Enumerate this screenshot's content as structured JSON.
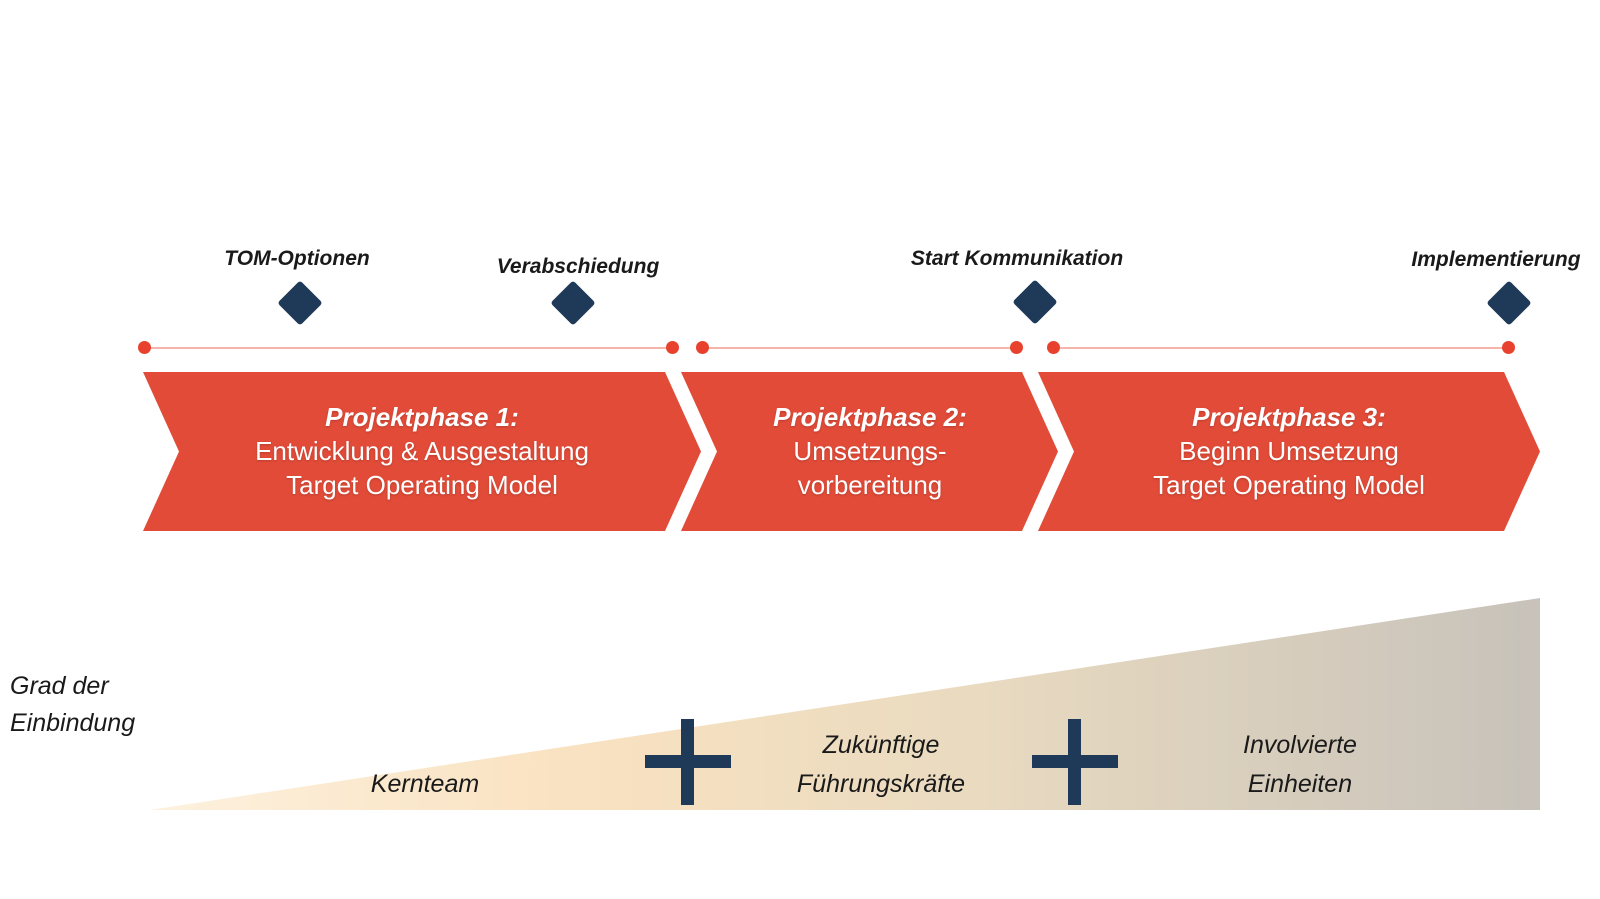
{
  "colors": {
    "accent-red": "#E14B38",
    "dot-red": "#E8422F",
    "timeline-line": "#F5B5AA",
    "navy": "#1E3A58",
    "text-dark": "#1A1A1A",
    "phase-text": "#FFFFFF",
    "triangle-start": "#FDF1DE",
    "triangle-peach": "#F9E2C1",
    "triangle-tan": "#E9DAC0",
    "triangle-end": "#C7C2BA",
    "background": "#FFFFFF"
  },
  "timeline": {
    "milestones": [
      {
        "label": "TOM-Optionen"
      },
      {
        "label": "Verabschiedung"
      },
      {
        "label": "Start Kommunikation"
      },
      {
        "label": "Implementierung"
      }
    ]
  },
  "phases": [
    {
      "title": "Projektphase 1:",
      "line1": "Entwicklung & Ausgestaltung",
      "line2": "Target Operating Model"
    },
    {
      "title": "Projektphase 2:",
      "line1": "Umsetzungs-",
      "line2": "vorbereitung"
    },
    {
      "title": "Projektphase 3:",
      "line1": "Beginn Umsetzung",
      "line2": "Target Operating Model"
    }
  ],
  "engagement": {
    "axis_label_line1": "Grad der",
    "axis_label_line2": "Einbindung",
    "plus_symbol": "+",
    "groups": [
      {
        "line1": "Kernteam",
        "line2": ""
      },
      {
        "line1": "Zukünftige",
        "line2": "Führungskräfte"
      },
      {
        "line1": "Involvierte",
        "line2": "Einheiten"
      }
    ]
  }
}
